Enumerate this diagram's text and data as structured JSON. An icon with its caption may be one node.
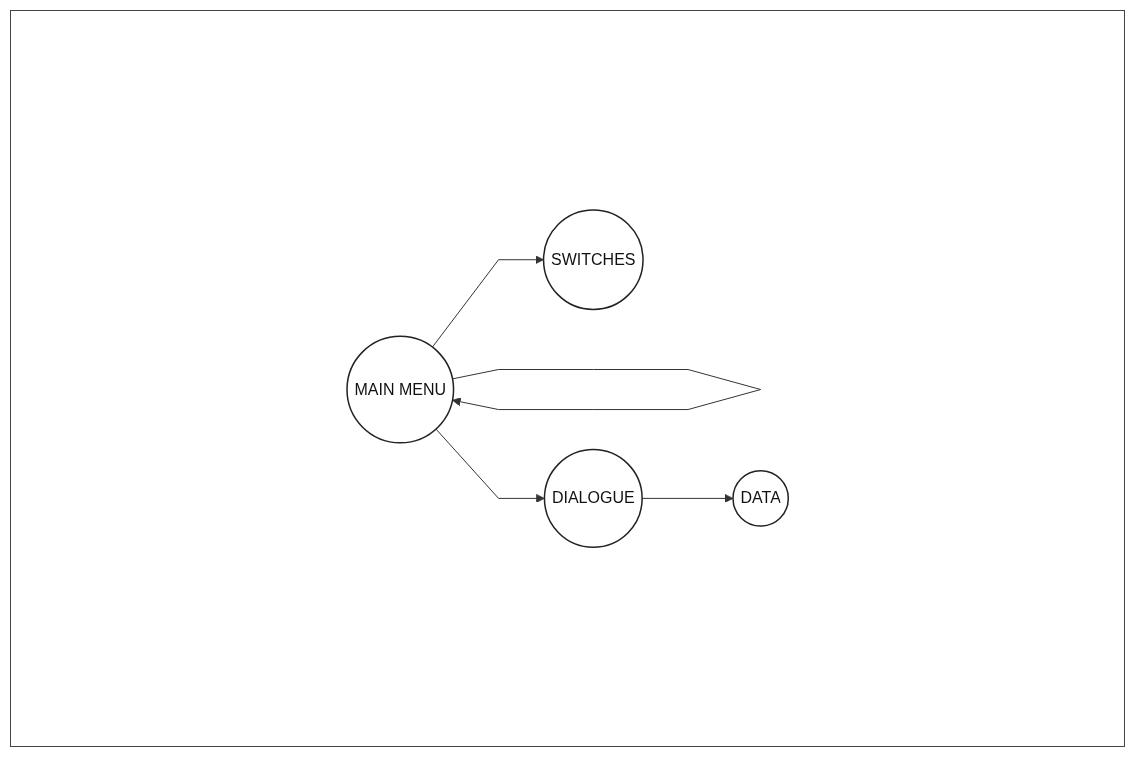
{
  "diagram": {
    "nodes": [
      {
        "text": [
          "MAIN MENU"
        ]
      },
      {
        "text": [
          "SWITCHES"
        ]
      },
      {
        "text": [
          "DIALOGUE"
        ]
      },
      {
        "text": [
          "DATA"
        ]
      }
    ],
    "edges": [
      {
        "from": 0,
        "to": 0,
        "arrow": "to"
      },
      {
        "from": 0,
        "to": 1,
        "arrow": "to"
      },
      {
        "from": 0,
        "to": 2,
        "arrow": "to"
      },
      {
        "from": 2,
        "to": 3,
        "arrow": "to"
      }
    ]
  }
}
